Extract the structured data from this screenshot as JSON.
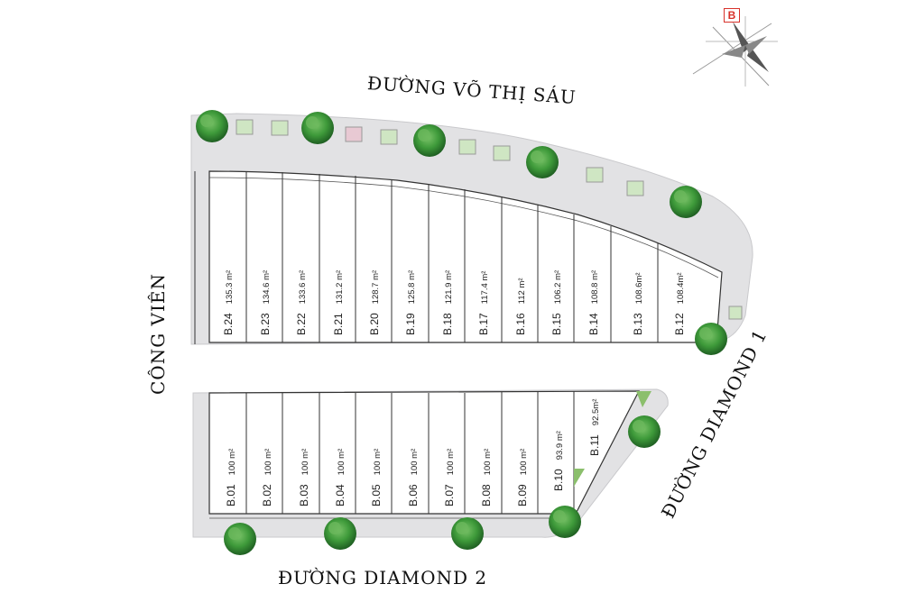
{
  "streets": {
    "top": "ĐƯỜNG VÕ THỊ SÁU",
    "left": "CÔNG VIÊN",
    "right": "ĐƯỜNG DIAMOND 1",
    "bottom": "ĐƯỜNG DIAMOND 2"
  },
  "compass": {
    "letter": "B",
    "icon": "compass-rose-icon"
  },
  "colors": {
    "road": "#e2e2e4",
    "lot": "#ffffff",
    "lot_border": "#333333",
    "tree": "#3e9a3a",
    "accent": "#d8322b"
  },
  "lots_top": [
    {
      "id": "B.24",
      "area": "135.3 m²"
    },
    {
      "id": "B.23",
      "area": "134.6 m²"
    },
    {
      "id": "B.22",
      "area": "133.6 m²"
    },
    {
      "id": "B.21",
      "area": "131.2 m²"
    },
    {
      "id": "B.20",
      "area": "128.7 m²"
    },
    {
      "id": "B.19",
      "area": "125.8 m²"
    },
    {
      "id": "B.18",
      "area": "121.9 m²"
    },
    {
      "id": "B.17",
      "area": "117.4 m²"
    },
    {
      "id": "B.16",
      "area": "112 m²"
    },
    {
      "id": "B.15",
      "area": "106.2 m²"
    },
    {
      "id": "B.14",
      "area": "108.8 m²"
    },
    {
      "id": "B.13",
      "area": "108.6m²"
    },
    {
      "id": "B.12",
      "area": "108.4m²"
    }
  ],
  "lots_bottom": [
    {
      "id": "B.01",
      "area": "100 m²"
    },
    {
      "id": "B.02",
      "area": "100 m²"
    },
    {
      "id": "B.03",
      "area": "100 m²"
    },
    {
      "id": "B.04",
      "area": "100 m²"
    },
    {
      "id": "B.05",
      "area": "100 m²"
    },
    {
      "id": "B.06",
      "area": "100 m²"
    },
    {
      "id": "B.07",
      "area": "100 m²"
    },
    {
      "id": "B.08",
      "area": "100 m²"
    },
    {
      "id": "B.09",
      "area": "100 m²"
    },
    {
      "id": "B.10",
      "area": "93.9 m²"
    },
    {
      "id": "B.11",
      "area": "92.5m²"
    }
  ]
}
